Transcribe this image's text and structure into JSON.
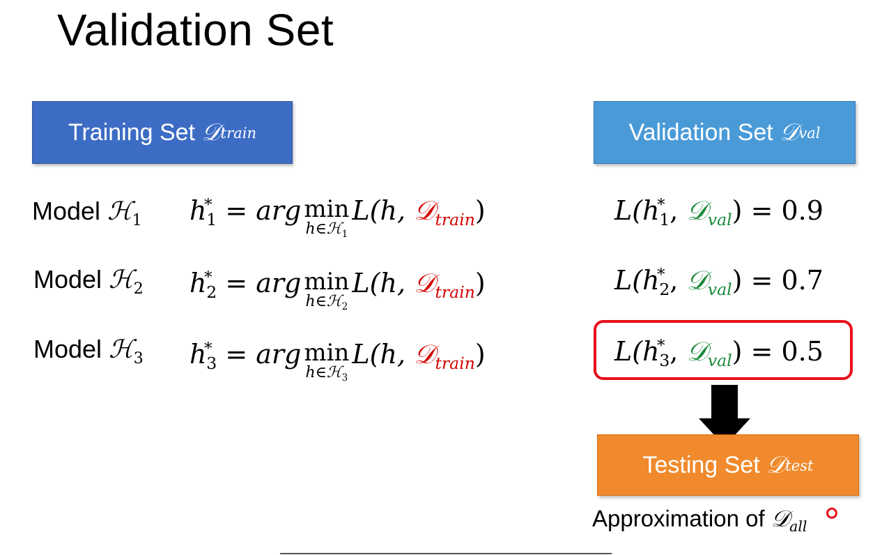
{
  "title": "Validation Set",
  "training_box": {
    "label": "Training Set ",
    "symbol": "𝒟",
    "subscript": "train",
    "color": "#3d6cc4"
  },
  "validation_box": {
    "label": "Validation Set ",
    "symbol": "𝒟",
    "subscript": "val",
    "color": "#4a9ad8"
  },
  "testing_box": {
    "label": "Testing Set ",
    "symbol": "𝒟",
    "subscript": "test",
    "color": "#f08a2c"
  },
  "rows": [
    {
      "model_label": "Model ",
      "hyp": "ℋ",
      "index": "1",
      "h": "h",
      "star": "*",
      "equals": " = ",
      "arg": "arg",
      "min": "min",
      "under": "h∈ℋ",
      "lhs_open": "L(h, ",
      "D": "𝒟",
      "train_sub": "train",
      "close": ")",
      "loss_open": "L(",
      "loss_D": "𝒟",
      "val_sub": "val",
      "loss_eq": ") = ",
      "value": "0.9"
    },
    {
      "model_label": "Model ",
      "hyp": "ℋ",
      "index": "2",
      "h": "h",
      "star": "*",
      "equals": " = ",
      "arg": "arg",
      "min": "min",
      "under": "h∈ℋ",
      "lhs_open": "L(h, ",
      "D": "𝒟",
      "train_sub": "train",
      "close": ")",
      "loss_open": "L(",
      "loss_D": "𝒟",
      "val_sub": "val",
      "loss_eq": ") = ",
      "value": "0.7"
    },
    {
      "model_label": "Model ",
      "hyp": "ℋ",
      "index": "3",
      "h": "h",
      "star": "*",
      "equals": " = ",
      "arg": "arg",
      "min": "min",
      "under": "h∈ℋ",
      "lhs_open": "L(h, ",
      "D": "𝒟",
      "train_sub": "train",
      "close": ")",
      "loss_open": "L(",
      "loss_D": "𝒟",
      "val_sub": "val",
      "loss_eq": ") = ",
      "value": "0.5"
    }
  ],
  "approximation": {
    "text": "Approximation of ",
    "symbol": "𝒟",
    "subscript": "all"
  },
  "colors": {
    "train_symbol": "#d40000",
    "val_symbol": "#1a8a3a",
    "highlight_border": "#e8101a"
  },
  "arrow_icon": "down-arrow-icon"
}
